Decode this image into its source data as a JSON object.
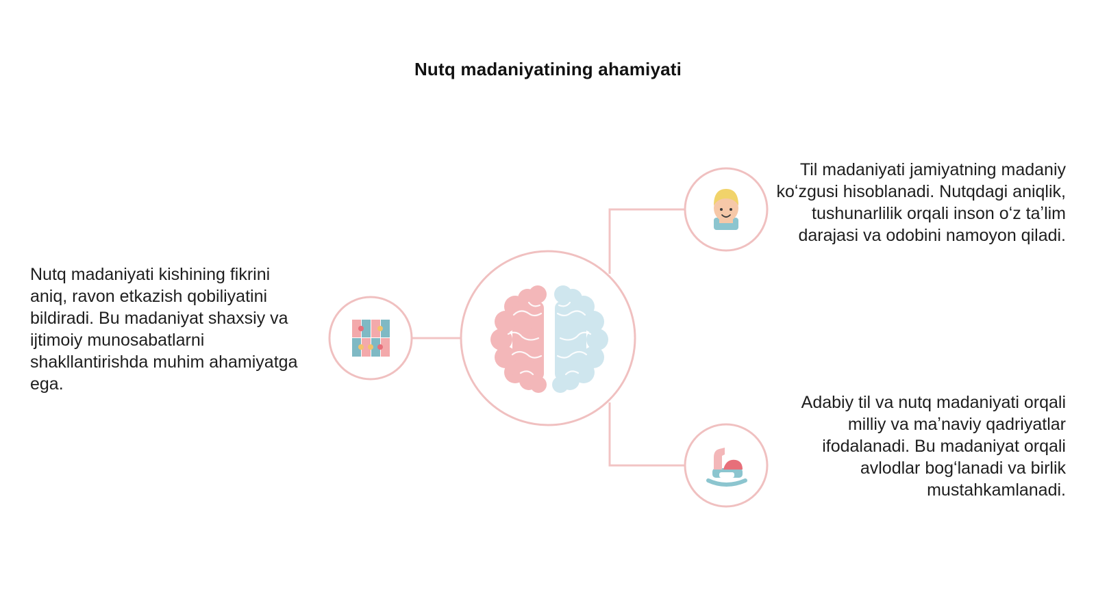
{
  "title": "Nutq madaniyatining ahamiyati",
  "colors": {
    "connector": "#f2c4c4",
    "circle_stroke": "#f0c0c0",
    "brain_left": "#f3b7b9",
    "brain_right": "#cfe6ee"
  },
  "center": {
    "icon": "brain-icon"
  },
  "nodes": {
    "left": {
      "icon": "puzzle-icon",
      "text": "Nutq madaniyati kishining fikrini aniq, ravon etkazish qobiliyatini bildiradi. Bu madaniyat shaxsiy va ijtimoiy munosabatlarni shakllantirishda muhim ahamiyatga ega."
    },
    "top_right": {
      "icon": "child-face-icon",
      "text": "Til madaniyati jamiyatning madaniy koʻzgusi hisoblanadi. Nutqdagi aniqlik, tushunarlilik orqali inson oʻz taʼlim darajasi va odobini namoyon qiladi."
    },
    "bottom_right": {
      "icon": "rocking-horse-icon",
      "text": "Adabiy til va nutq madaniyati orqali milliy va maʼnaviy qadriyatlar ifodalanadi. Bu madaniyat orqali avlodlar bogʻlanadi va birlik mustahkamlanadi."
    }
  }
}
